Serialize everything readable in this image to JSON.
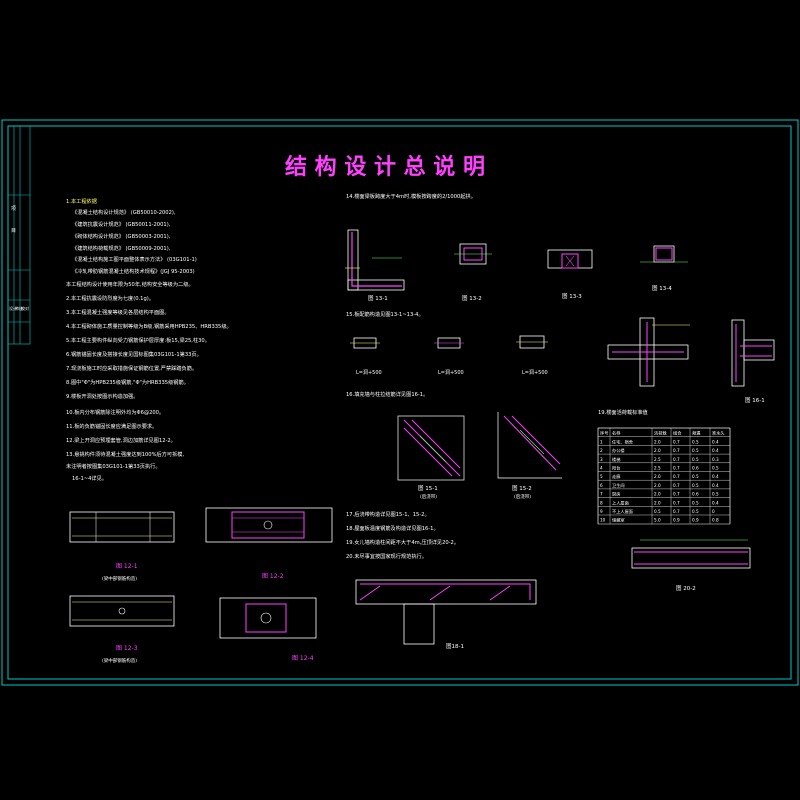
{
  "sheet": {
    "title": "结 构 设 计 总 说 明",
    "frame_color": "#00c8c8",
    "title_color": "#ff40ff"
  },
  "title_block": {
    "cells": [
      "项",
      "目",
      "设计",
      "审核",
      "校对"
    ]
  },
  "notes_left": [
    "1.本工程依据",
    "《混凝土结构设计规范》   (GB50010-2002),",
    "《建筑抗震设计规范》     (GB50011-2001),",
    "《砌体结构设计规范》     (GB50003-2001),",
    "《建筑结构荷载规范》     (GB50009-2001),",
    "《混凝土结构施工图平面整体表示方法》  (03G101-1)",
    "《冷轧带肋钢筋混凝土结构技术规程》(JGJ 95-2003)",
    "本工程结构设计使用年限为50年,结构安全等级为二级。",
    "2.本工程抗震设防烈度为七度(0.1g)。",
    "3.本工程混凝土强度等级见各层结构平面图。",
    "4.本工程砌体施工质量控制等级为B级,钢筋采用HPB235、HRB335级。",
    "5.本工程主要构件纵向受力钢筋保护层厚度:板15,梁25,柱30。",
    "6.钢筋锚固长度及搭接长度见国标图集03G101-1第33页。",
    "7.现浇板施工时应采取措施保证钢筋位置,严禁踩踏负筋。",
    "8.图中\"Φ\"为HPB235级钢筋,\"Φ\"为HRB335级钢筋。",
    "9.楼板开洞处按图示构造加强。"
  ],
  "notes_left_2": [
    "10.板内分布钢筋除注明外均为Φ6@200。",
    "11.板的负筋锚固长度应满足图示要求。",
    "12.梁上开洞应预埋套管,洞边加筋详见图12-2。",
    "13.悬挑构件须待混凝土强度达到100%后方可拆模,",
    "    未注明者按图集03G101-1第33页执行。",
    "    16-1~4详见。"
  ],
  "notes_right": [
    "14.楼面梁板跨度大于4m时,模板按跨度的2/1000起拱。",
    "15.板配筋构造见图13-1~13-4。",
    "16.填充墙与柱拉结筋详见图16-1。",
    "17.后浇带构造详见图15-1、15-2。",
    "18.屋面板温度钢筋及构造详见图16-1。",
    "19.女儿墙构造柱间距不大于4m,压顶详见20-2。",
    "20.未尽事宜按国家现行规范执行。"
  ],
  "figures": [
    {
      "id": "fig-12-1",
      "label": "图 12-1",
      "caption": "(梁中部钢筋构造)"
    },
    {
      "id": "fig-12-2",
      "label": "图 12-2",
      "caption": ""
    },
    {
      "id": "fig-12-3",
      "label": "图 12-3",
      "caption": "(梁中部钢筋构造)"
    },
    {
      "id": "fig-12-4",
      "label": "图 12-4",
      "caption": ""
    },
    {
      "id": "fig-13-1",
      "label": "图 13-1",
      "caption": ""
    },
    {
      "id": "fig-13-2",
      "label": "图 13-2",
      "caption": ""
    },
    {
      "id": "fig-13-3",
      "label": "图 13-3",
      "caption": ""
    },
    {
      "id": "fig-13-4",
      "label": "图 13-4",
      "caption": ""
    },
    {
      "id": "fig-15-1",
      "label": "图 15-1",
      "caption": "(后浇带)"
    },
    {
      "id": "fig-15-2",
      "label": "图 15-2",
      "caption": "(后浇带)"
    },
    {
      "id": "fig-16-1",
      "label": "图 16-1",
      "caption": ""
    },
    {
      "id": "fig-18-1",
      "label": "图18-1",
      "caption": ""
    },
    {
      "id": "fig-20-2",
      "label": "图 20-2",
      "caption": ""
    }
  ],
  "opening_labels": [
    "L=洞+500",
    "L=洞+500",
    "L=洞+500"
  ],
  "table": {
    "title": "19.楼面活荷载标准值",
    "headers": [
      "序号",
      "名称",
      "活荷载",
      "组合",
      "频遇",
      "准永久"
    ],
    "rows": [
      [
        "1",
        "住宅、宿舍",
        "2.0",
        "0.7",
        "0.5",
        "0.4"
      ],
      [
        "2",
        "办公楼",
        "2.0",
        "0.7",
        "0.5",
        "0.4"
      ],
      [
        "3",
        "楼梯",
        "2.5",
        "0.7",
        "0.5",
        "0.3"
      ],
      [
        "4",
        "阳台",
        "2.5",
        "0.7",
        "0.6",
        "0.5"
      ],
      [
        "5",
        "走廊",
        "2.0",
        "0.7",
        "0.5",
        "0.4"
      ],
      [
        "6",
        "卫生间",
        "2.0",
        "0.7",
        "0.5",
        "0.4"
      ],
      [
        "7",
        "厨房",
        "2.0",
        "0.7",
        "0.6",
        "0.5"
      ],
      [
        "8",
        "上人屋面",
        "2.0",
        "0.7",
        "0.5",
        "0.4"
      ],
      [
        "9",
        "不上人屋面",
        "0.5",
        "0.7",
        "0.5",
        "0"
      ],
      [
        "10",
        "储藏室",
        "5.0",
        "0.9",
        "0.9",
        "0.8"
      ]
    ]
  }
}
